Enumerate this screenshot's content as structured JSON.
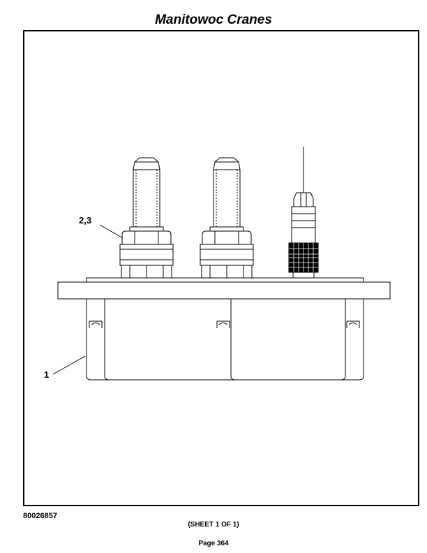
{
  "header": {
    "title": "Manitowoc Cranes"
  },
  "callouts": {
    "item_1": "1",
    "item_2_3": "2,3"
  },
  "footer": {
    "doc_number": "80026857",
    "sheet": "(SHEET 1 OF 1)",
    "page": "Page 364"
  }
}
